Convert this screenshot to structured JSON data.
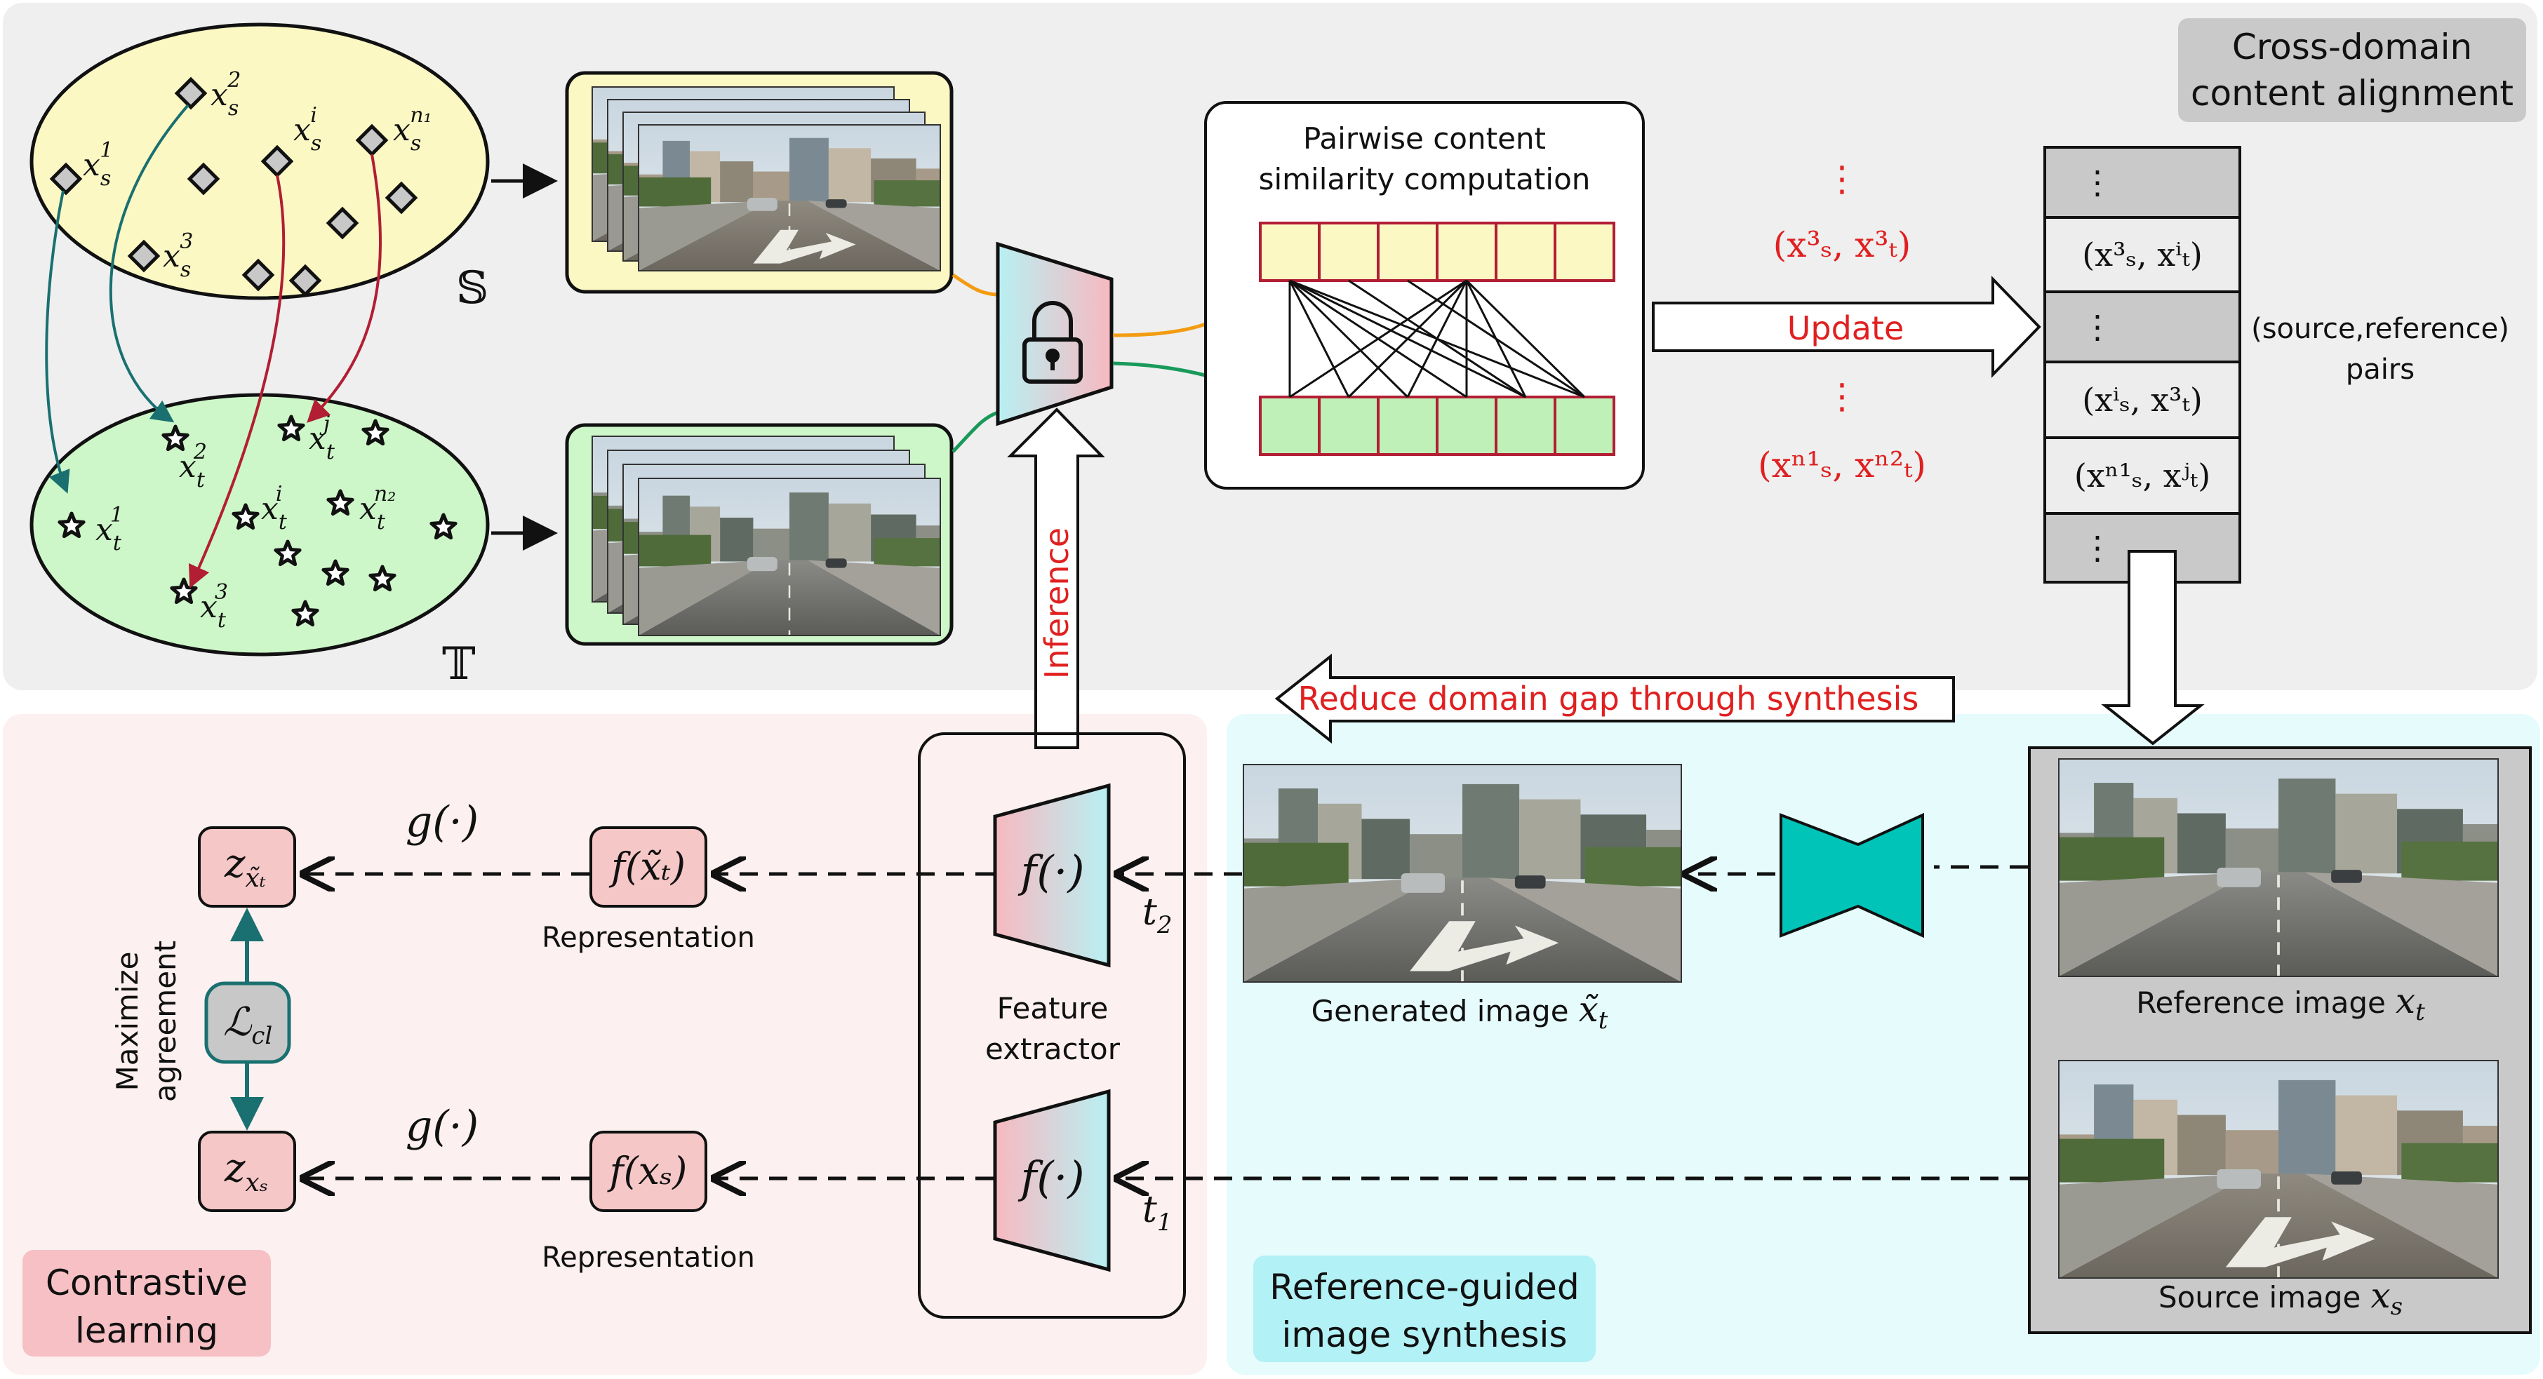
{
  "colors": {
    "top_panel": "#efefef",
    "contrastive_panel": "#fdf0f0",
    "synthesis_panel": "#e6fbfc",
    "source_domain": "#fbf8c4",
    "target_domain": "#cdf7c8",
    "node_red": "#f6c7c7",
    "red_text": "#e02020",
    "teal": "#1a7070",
    "orange": "#f39c12",
    "green": "#1a9a5a",
    "crimson": "#b21e34",
    "generator": "#00c4b8"
  },
  "icons": {
    "lock": "lock-icon",
    "generator": "hourglass-generator-icon",
    "source_sample": "diamond-icon",
    "target_sample": "star-icon"
  },
  "top": {
    "badge": [
      "Cross-domain",
      "content alignment"
    ],
    "domain_s_symbol": "𝕊",
    "domain_t_symbol": "𝕋",
    "source_labels": [
      "x",
      "x",
      "x",
      "x",
      "x"
    ],
    "source_subs": [
      "s",
      "s",
      "s",
      "s",
      "s"
    ],
    "source_sups": [
      "1",
      "2",
      "i",
      "n₁",
      "3"
    ],
    "target_labels": [
      "x",
      "x",
      "x",
      "x",
      "x",
      "x"
    ],
    "target_subs": [
      "t",
      "t",
      "t",
      "t",
      "t",
      "t"
    ],
    "target_sups": [
      "1",
      "2",
      "j",
      "i",
      "n₂",
      "3"
    ],
    "similarity_title": [
      "Pairwise content",
      "similarity computation"
    ],
    "update_label": "Update",
    "pairs_label": [
      "(source,reference)",
      "pairs"
    ],
    "vdots": "⋮",
    "red_pairs": [
      "(x³ₛ, x³ₜ)",
      "(xⁿ¹ₛ, xⁿ²ₜ)"
    ],
    "queue_items": [
      "⋮",
      "(x³ₛ, xⁱₜ)",
      "⋮",
      "(xⁱₛ, x³ₜ)",
      "(xⁿ¹ₛ, xʲₜ)",
      "⋮"
    ]
  },
  "middle": {
    "inference_label": "Inference",
    "reduce_gap_label": "Reduce domain gap through synthesis"
  },
  "contrastive": {
    "g_label": "g(·)",
    "z_generated": "z",
    "z_generated_sub": "x̃ₜ",
    "z_source": "z",
    "z_source_sub": "xₛ",
    "loss": "ℒ",
    "loss_sub": "cl",
    "maximize": [
      "Maximize",
      "agreement"
    ],
    "f_generated": "f(x̃ₜ)",
    "f_source": "f(xₛ)",
    "representation": "Representation",
    "badge": [
      "Contrastive",
      "learning"
    ]
  },
  "extractor": {
    "f_label": "f(·)",
    "t2": "t",
    "t2_sub": "2",
    "t1": "t",
    "t1_sub": "1",
    "caption": [
      "Feature",
      "extractor"
    ]
  },
  "synthesis": {
    "generated_caption": "Generated image",
    "generated_symbol": "x̃",
    "generated_sub": "t",
    "reference_caption": "Reference image",
    "reference_symbol": "x",
    "reference_sub": "t",
    "source_caption": "Source image",
    "source_symbol": "x",
    "source_sub": "s",
    "badge": [
      "Reference-guided",
      "image synthesis"
    ]
  }
}
